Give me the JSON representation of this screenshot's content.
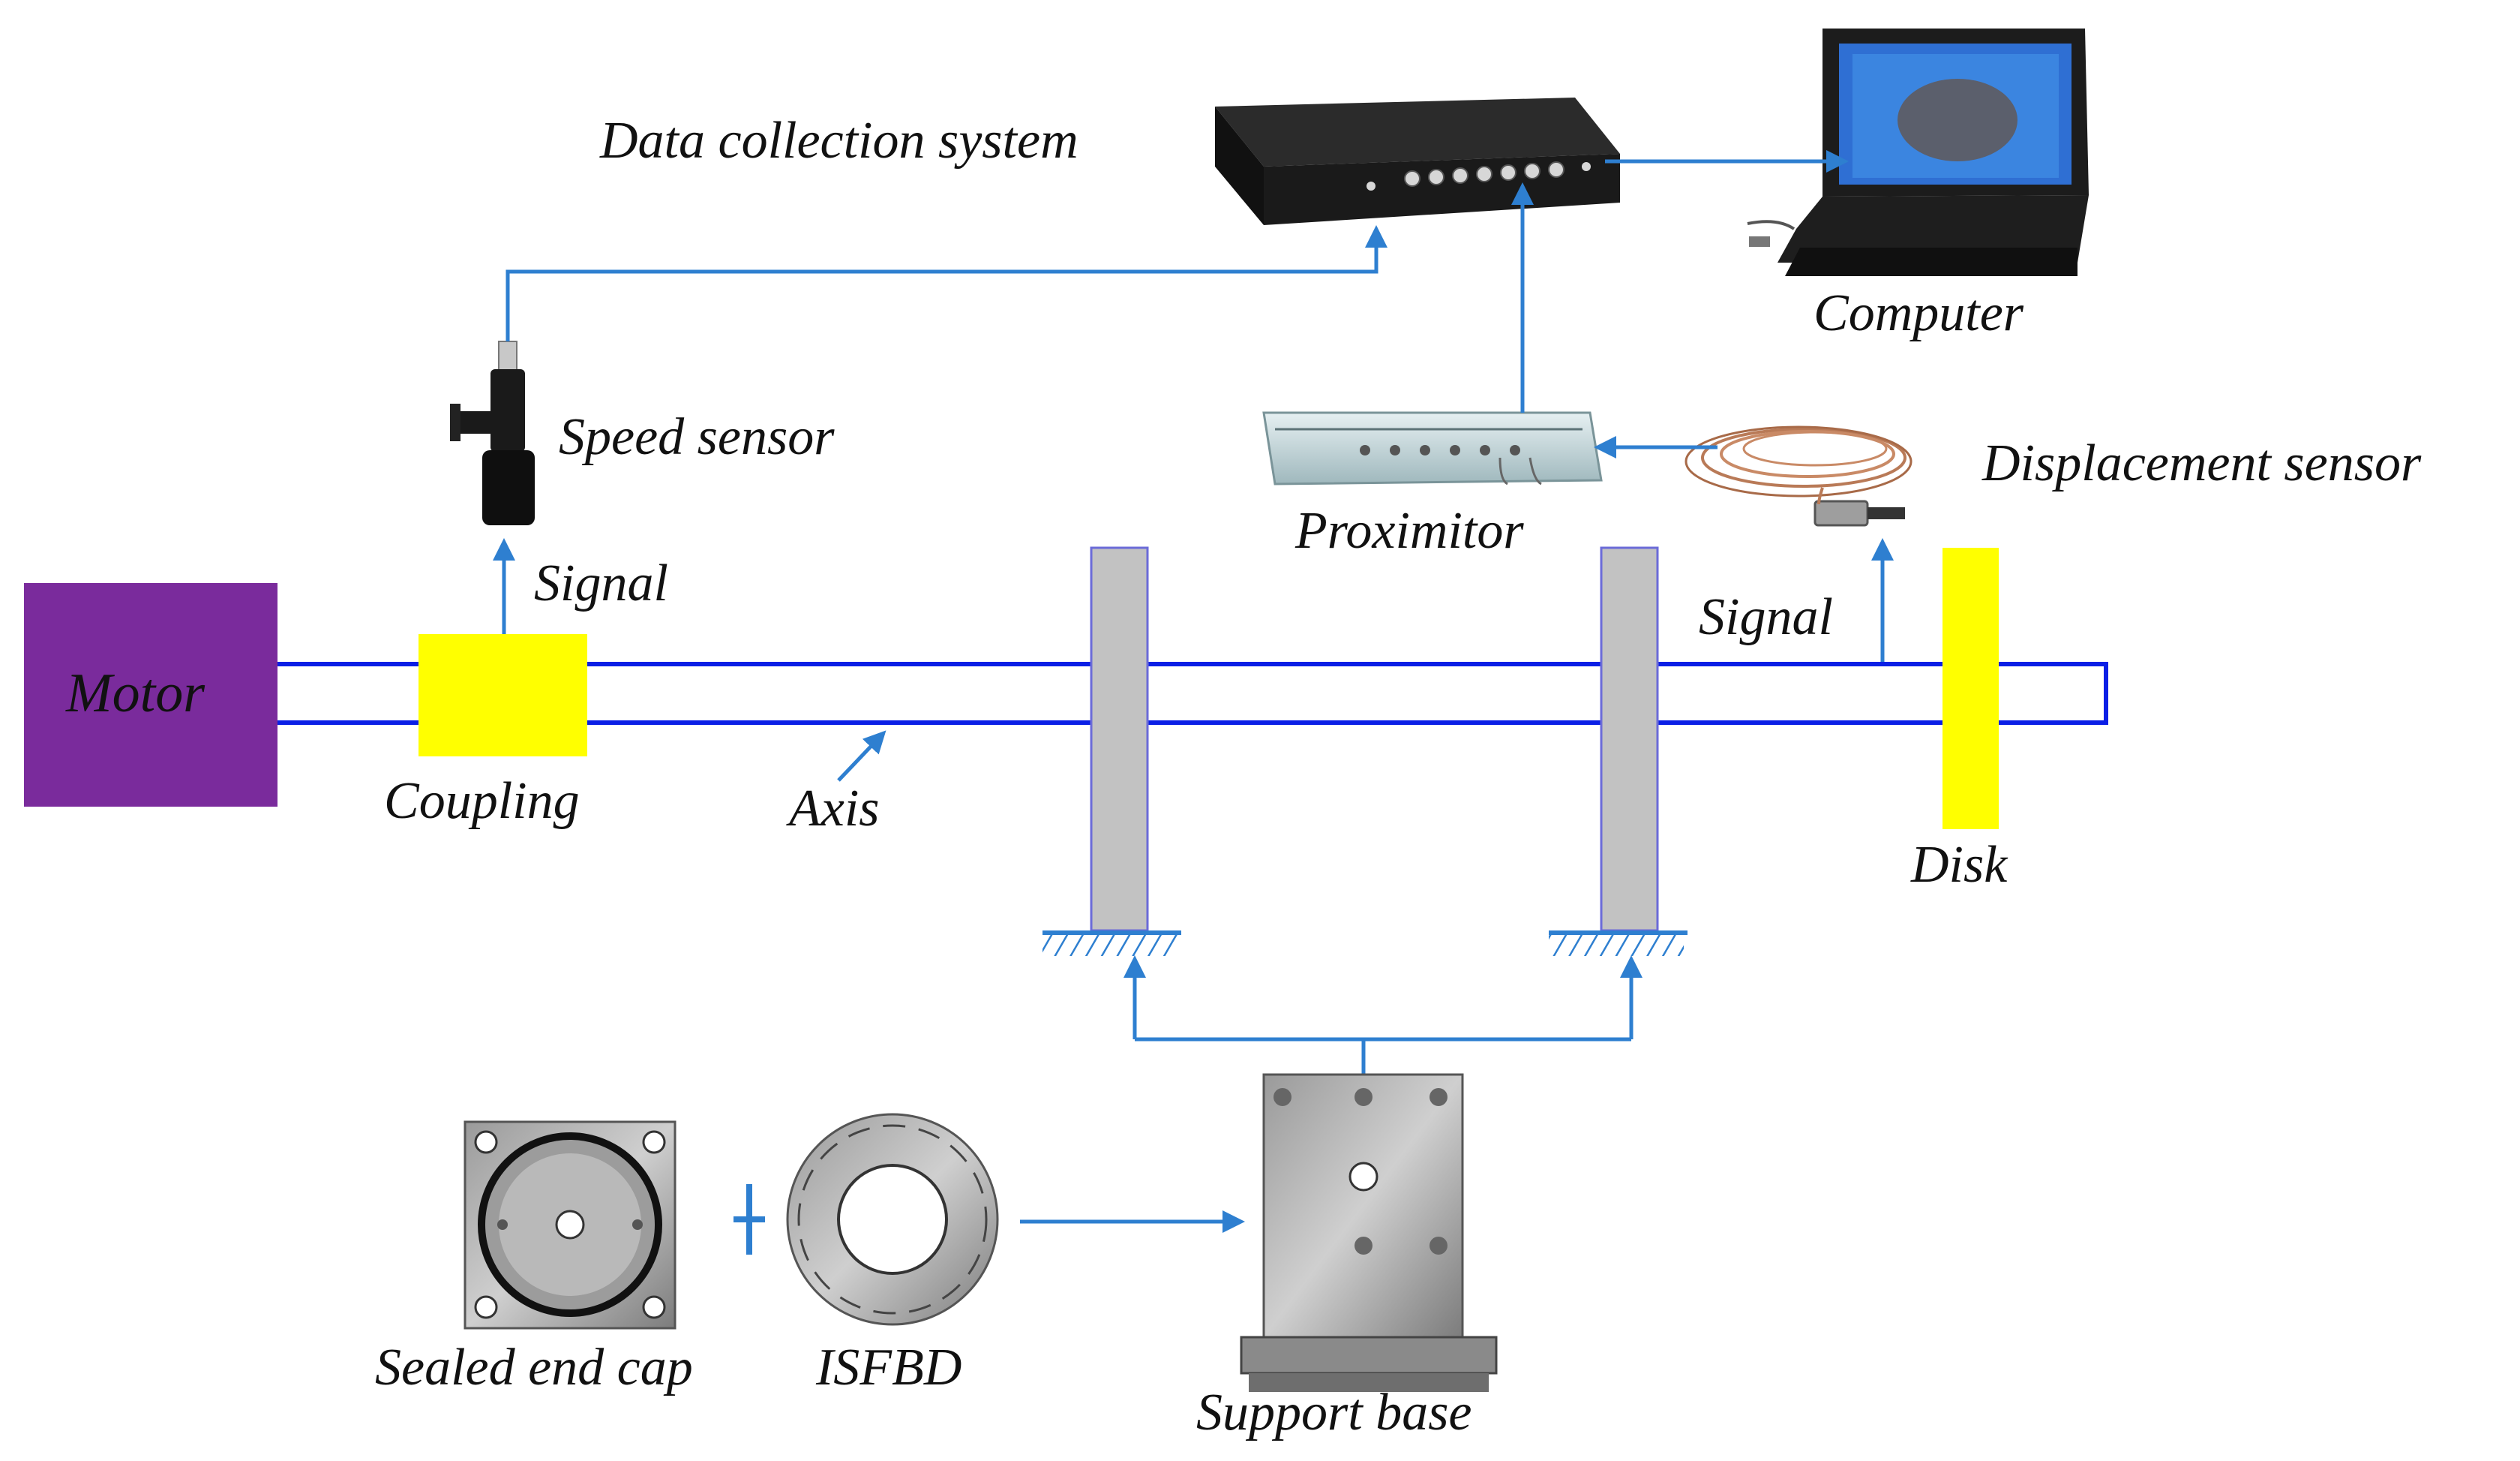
{
  "labels": {
    "data_collection": "Data collection system",
    "computer": "Computer",
    "speed_sensor": "Speed sensor",
    "proximitor": "Proximitor",
    "displacement_sensor": "Displacement sensor",
    "signal_left": "Signal",
    "signal_right": "Signal",
    "motor": "Motor",
    "coupling": "Coupling",
    "axis": "Axis",
    "disk": "Disk",
    "sealed_end_cap": "Sealed end cap",
    "isfbd": "ISFBD",
    "support_base": "Support base"
  },
  "colors": {
    "flow_arrow": "#2e7fd0",
    "shaft": "#0a1fe6",
    "motor": "#7a2b9c",
    "coupling": "#ffff00",
    "disk": "#ffff00",
    "bearing_support": "#c2c2c2"
  },
  "icons": {
    "plus": "plus-sign"
  }
}
